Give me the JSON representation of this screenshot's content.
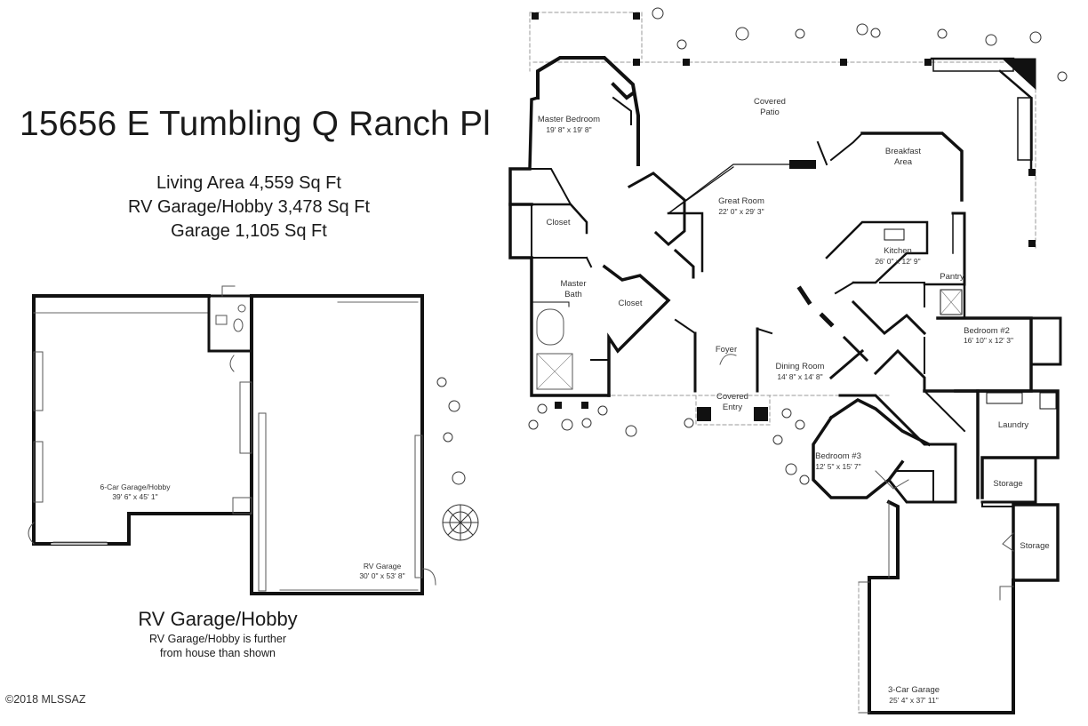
{
  "title": "15656 E Tumbling Q Ranch Pl",
  "stats": [
    "Living Area 4,559 Sq Ft",
    "RV Garage/Hobby 3,478 Sq Ft",
    "Garage 1,105 Sq Ft"
  ],
  "rv_section": {
    "heading": "RV Garage/Hobby",
    "note_line1": "RV Garage/Hobby is further",
    "note_line2": "from house than shown"
  },
  "copyright": "©2018 MLSSAZ",
  "rooms": {
    "master_bedroom": {
      "name": "Master Bedroom",
      "dims": "19' 8\" x 19' 8\""
    },
    "covered_patio": {
      "name": "Covered",
      "name2": "Patio"
    },
    "breakfast": {
      "name": "Breakfast",
      "name2": "Area"
    },
    "great_room": {
      "name": "Great Room",
      "dims": "22' 0\" x 29' 3\""
    },
    "closet_1": {
      "name": "Closet"
    },
    "closet_2": {
      "name": "Closet"
    },
    "master_bath": {
      "name": "Master",
      "name2": "Bath"
    },
    "kitchen": {
      "name": "Kitchen",
      "dims": "26' 0\" x 12' 9\""
    },
    "pantry": {
      "name": "Pantry"
    },
    "foyer": {
      "name": "Foyer"
    },
    "dining_room": {
      "name": "Dining Room",
      "dims": "14' 8\" x 14' 8\""
    },
    "covered_entry": {
      "name": "Covered",
      "name2": "Entry"
    },
    "bedroom_2": {
      "name": "Bedroom #2",
      "dims": "16' 10\" x 12' 3\""
    },
    "laundry": {
      "name": "Laundry"
    },
    "bedroom_3": {
      "name": "Bedroom #3",
      "dims": "12' 5\" x 15' 7\""
    },
    "storage_1": {
      "name": "Storage"
    },
    "storage_2": {
      "name": "Storage"
    },
    "three_car_garage": {
      "name": "3-Car Garage",
      "dims": "25' 4\" x 37' 11\""
    },
    "six_car_garage": {
      "name": "6-Car Garage/Hobby",
      "dims": "39' 6\" x 45' 1\""
    },
    "rv_garage": {
      "name": "RV Garage",
      "dims": "30' 0\" x 53' 8\""
    }
  },
  "colors": {
    "wall": "#111111",
    "thin_line": "#555555",
    "dashed": "#999999",
    "text": "#222222"
  }
}
